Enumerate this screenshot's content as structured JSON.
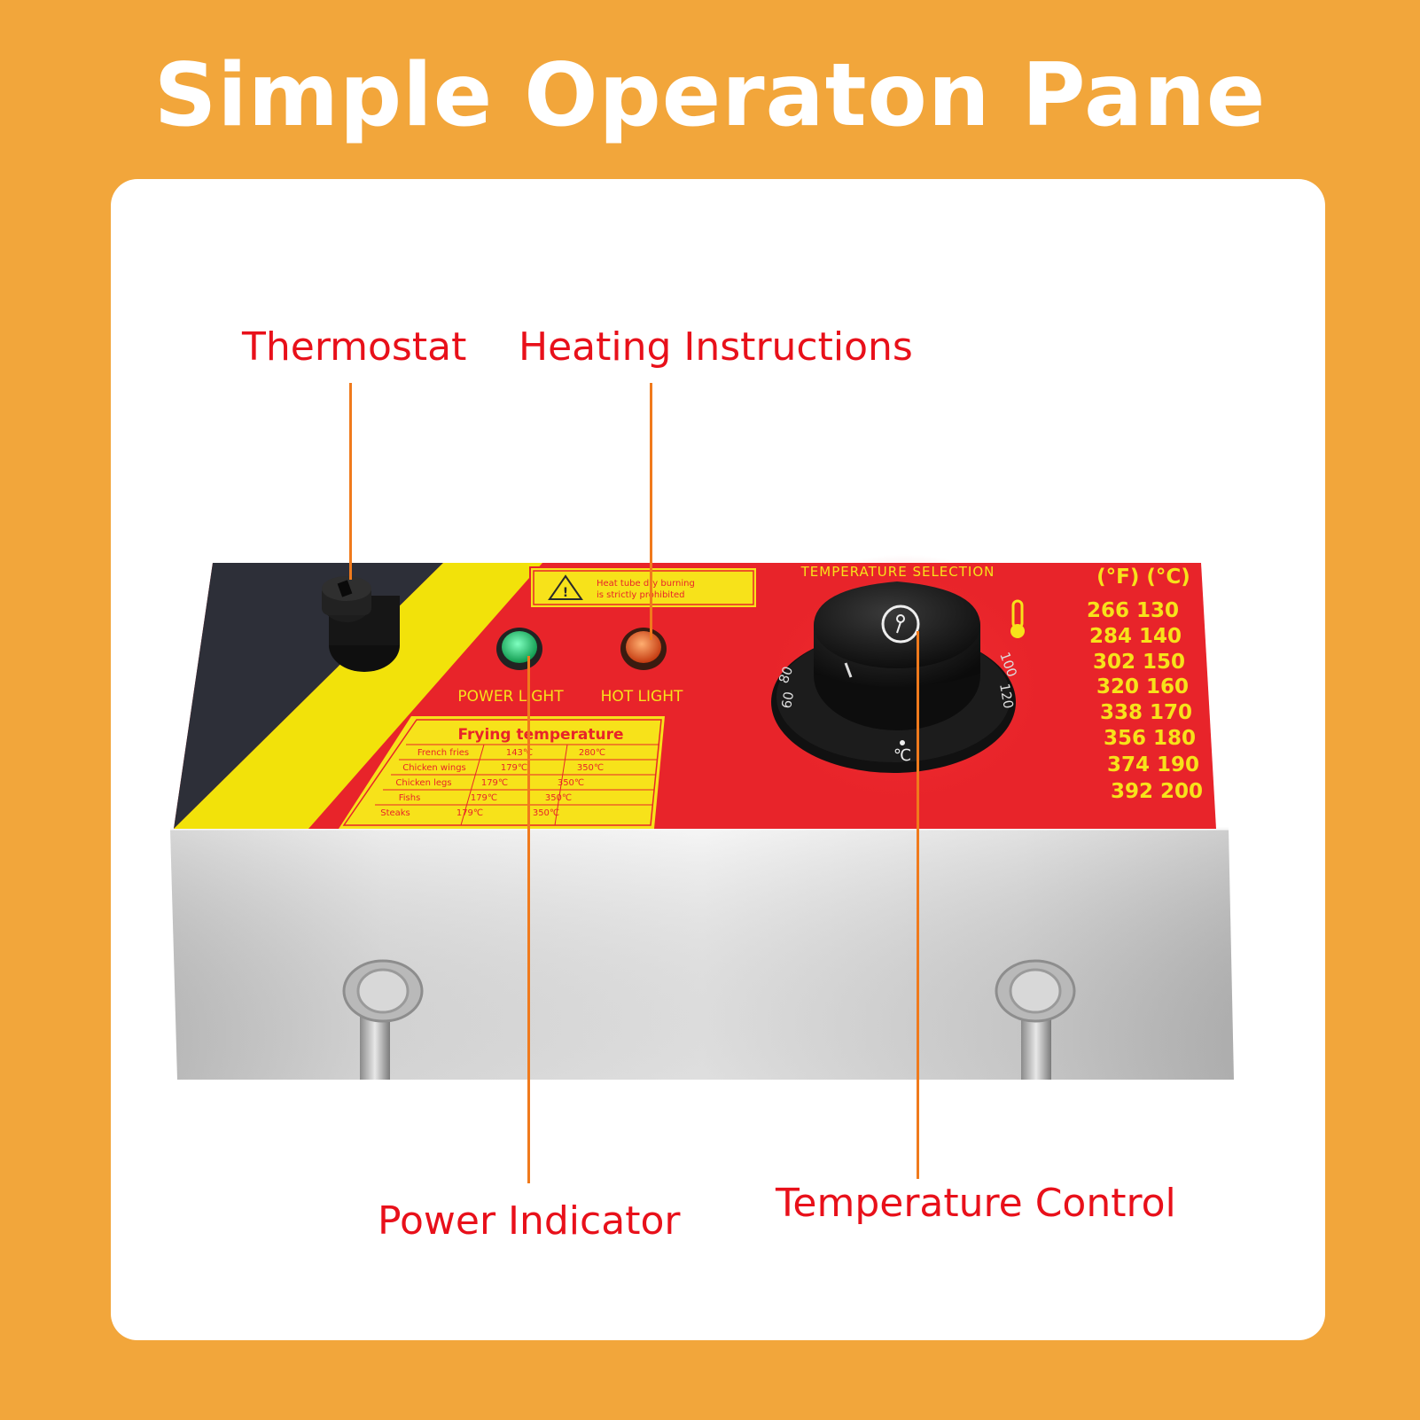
{
  "headline": "Simple Operaton Pane",
  "callouts": {
    "thermostat": "Thermostat",
    "heating_instructions": "Heating Instructions",
    "power_indicator": "Power Indicator",
    "temperature_control": "Temperature Control"
  },
  "panel": {
    "warning": [
      "Heat tube dry burning",
      "is strictly prohibited"
    ],
    "power_light_label": "POWER LIGHT",
    "hot_light_label": "HOT LIGHT",
    "temp_selection_label": "TEMPERATURE SELECTION",
    "dial_unit": "℃",
    "dial_marks": [
      "80",
      "60",
      "100",
      "120"
    ],
    "scale_header": "(°F) (°C)",
    "scale_rows": [
      "266 130",
      "284 140",
      "302 150",
      "320 160",
      "338 170",
      "356 180",
      "374 190",
      "392 200"
    ],
    "frying_table": {
      "title": "Frying temperature",
      "rows": [
        [
          "French fries",
          "143℃",
          "280℃"
        ],
        [
          "Chicken wings",
          "179℃",
          "350℃"
        ],
        [
          "Chicken legs",
          "179℃",
          "350℃"
        ],
        [
          "Fishs",
          "179℃",
          "350℃"
        ],
        [
          "Steaks",
          "179℃",
          "350℃"
        ]
      ]
    }
  },
  "colors": {
    "background": "#F2A63B",
    "callout_text": "#E8101A",
    "leader_line": "#F07A1C",
    "panel_red": "#E8242A",
    "panel_yellow": "#F2E20A",
    "panel_dark": "#2D2F38",
    "label_yellow": "#F7E21A",
    "power_light": "#19C96A",
    "hot_light": "#F0641E"
  }
}
